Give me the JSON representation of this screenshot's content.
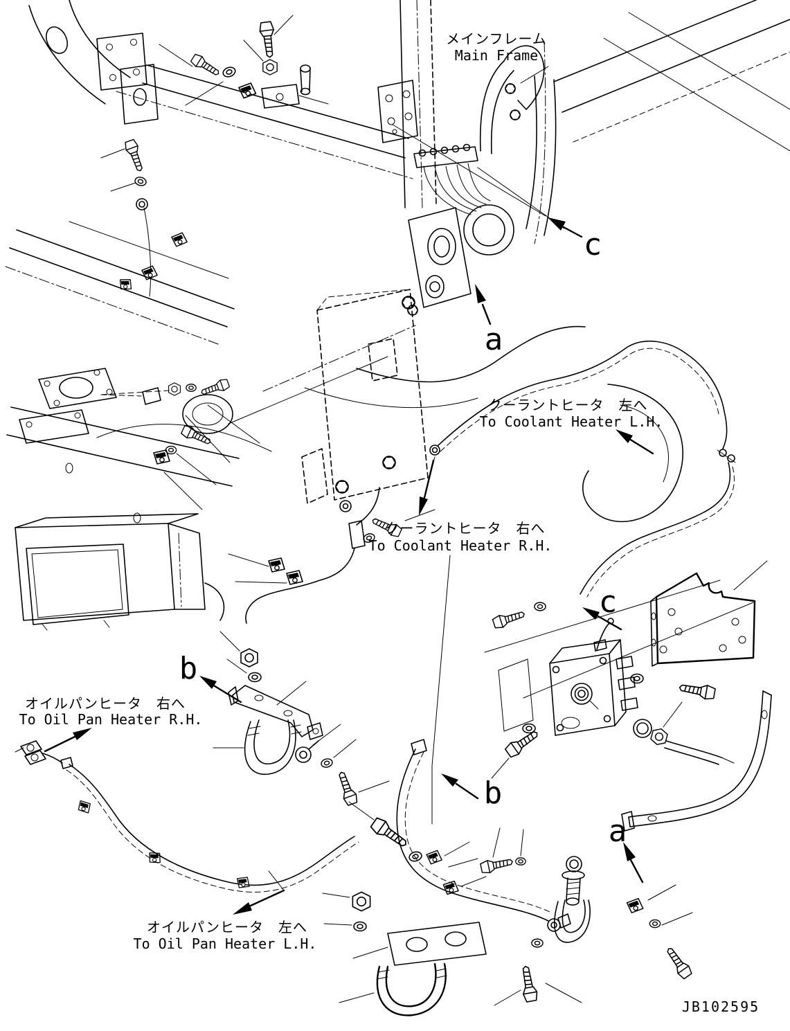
{
  "page": {
    "background": "#ffffff",
    "ink": "#000000",
    "kind": "parts-diagram"
  },
  "drawing_number": "JB102595",
  "annotations": {
    "main_frame": {
      "ja": "メインフレーム",
      "en": "Main Frame"
    },
    "coolant_heater_lh": {
      "ja": "クーラントヒータ　左へ",
      "en": "To Coolant Heater L.H."
    },
    "coolant_heater_rh": {
      "ja": "クーラントヒータ　右へ",
      "en": "To Coolant Heater R.H."
    },
    "oil_pan_heater_rh": {
      "ja": "オイルパンヒータ　右へ",
      "en": "To Oil Pan Heater R.H."
    },
    "oil_pan_heater_lh": {
      "ja": "オイルパンヒータ　左へ",
      "en": "To Oil Pan Heater L.H."
    }
  },
  "view_labels": {
    "a": "a",
    "b": "b",
    "c": "c"
  }
}
